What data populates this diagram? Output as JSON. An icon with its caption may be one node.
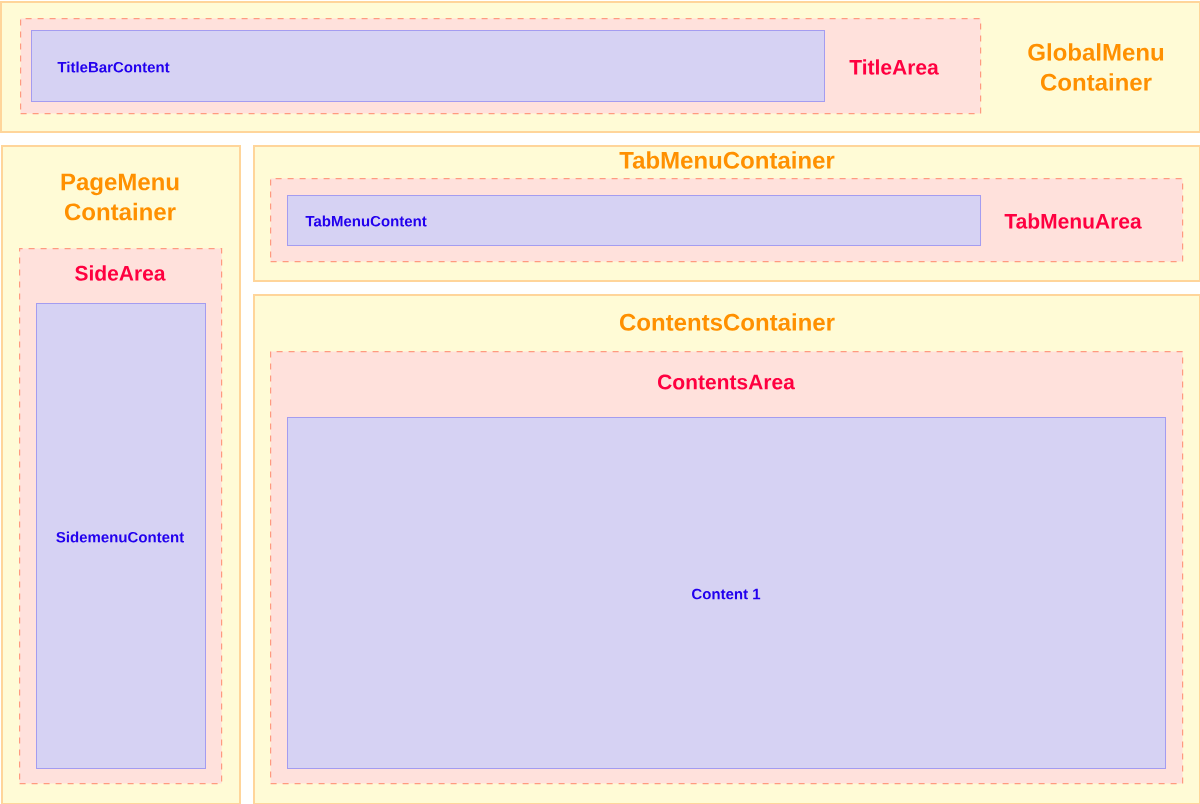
{
  "diagram": {
    "nodes": [
      {
        "text": [
          "GlobalMenu Container"
        ]
      },
      {
        "text": [
          "TitleArea"
        ],
        "in": 0
      },
      {
        "text": [
          "TitleBarContent"
        ],
        "in": 1
      },
      {
        "text": [
          "PageMenu Container"
        ]
      },
      {
        "text": [
          "SideArea"
        ],
        "in": 3
      },
      {
        "text": [
          "SidemenuContent"
        ],
        "in": 4
      },
      {
        "text": [
          "TabMenuContainer"
        ]
      },
      {
        "text": [
          "TabMenuArea"
        ],
        "in": 6
      },
      {
        "text": [
          "TabMenuContent"
        ],
        "in": 7
      },
      {
        "text": [
          "ContentsContainer"
        ]
      },
      {
        "text": [
          "ContentsArea"
        ],
        "in": 9
      },
      {
        "text": [
          "Content 1"
        ],
        "in": 10
      }
    ]
  }
}
